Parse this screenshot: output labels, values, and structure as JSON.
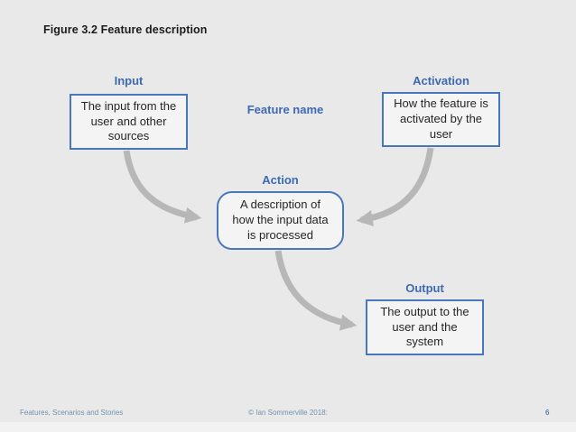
{
  "slide": {
    "title": "Figure 3.2 Feature description",
    "feature_name_label": "Feature name",
    "nodes": {
      "input": {
        "label": "Input",
        "text": "The input from the\nuser and other\nsources"
      },
      "activation": {
        "label": "Activation",
        "text": "How the feature is\nactivated by the\nuser"
      },
      "action": {
        "label": "Action",
        "text": "A description of\nhow the input data\nis processed"
      },
      "output": {
        "label": "Output",
        "text": "The output to the\nuser and the\nsystem"
      }
    },
    "arrows": [
      {
        "name": "input-to-action",
        "from": "input",
        "to": "action"
      },
      {
        "name": "activation-to-action",
        "from": "activation",
        "to": "action"
      },
      {
        "name": "action-to-output",
        "from": "action",
        "to": "output"
      }
    ],
    "footer": {
      "left": "Features, Scenarios and Stories",
      "center": "© Ian Sommerville 2018:",
      "page": "6"
    },
    "colors": {
      "slide_bg": "#e9e9e9",
      "box_bg": "#f4f4f4",
      "box_border_blue": "#4a77bc",
      "label_blue": "#3d6ab2",
      "body_text": "#262626",
      "arrow_gray": "#b7b7b7",
      "footer_blue": "#7591ab"
    }
  }
}
